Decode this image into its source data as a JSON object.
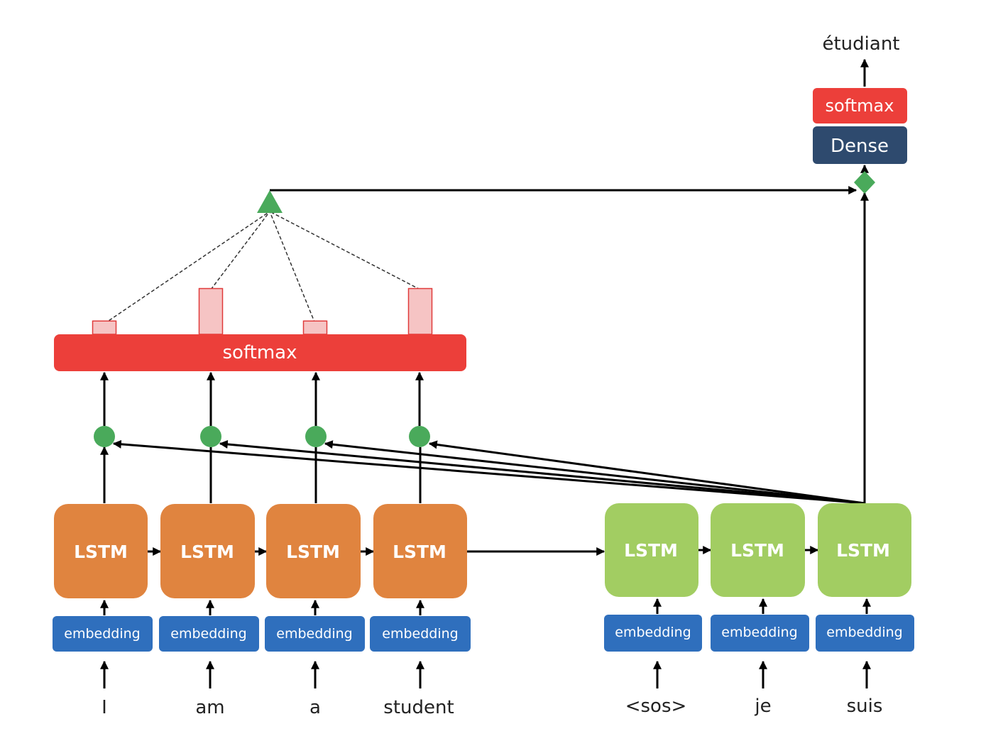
{
  "colors": {
    "encoder_lstm": "#e0843f",
    "decoder_lstm": "#a2cd62",
    "embedding": "#2f6fbd",
    "softmax": "#ec3f3a",
    "dense": "#2e4a6e",
    "attention_node": "#4aaa5b",
    "attention_bar_fill": "#f6c4c4",
    "attention_bar_stroke": "#e03a3a"
  },
  "encoder": {
    "inputs": [
      "I",
      "am",
      "a",
      "student"
    ],
    "embedding_label": "embedding",
    "lstm_label": "LSTM"
  },
  "decoder": {
    "inputs": [
      "<sos>",
      "je",
      "suis"
    ],
    "embedding_label": "embedding",
    "lstm_label": "LSTM"
  },
  "attention": {
    "softmax_label": "softmax",
    "weights": [
      0.18,
      0.62,
      0.18,
      0.62
    ]
  },
  "output": {
    "dense_label": "Dense",
    "softmax_label": "softmax",
    "word": "étudiant"
  },
  "icons": {
    "context_vector": "triangle-icon",
    "concatenate": "diamond-icon",
    "attention_score": "circle-icon"
  }
}
